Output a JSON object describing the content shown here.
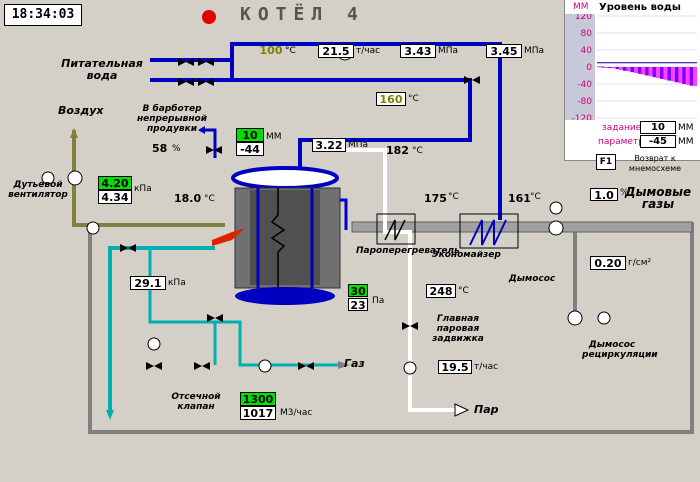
{
  "header": {
    "clock": "18:34:03",
    "title": "КОТЁЛ 4"
  },
  "level_panel": {
    "title": "Уровень воды",
    "unit": "ММ",
    "ticks": [
      "120",
      "80",
      "40",
      "0",
      "-40",
      "-80",
      "-120"
    ],
    "setpoint_label": "задание",
    "setpoint_value": "10",
    "setpoint_unit": "ММ",
    "param_label": "параметр",
    "param_value": "-45",
    "param_unit": "ММ",
    "f1_key": "F1",
    "f1_text": "Возврат к мнемосхеме"
  },
  "labels": {
    "feed_water": "Питательная вода",
    "air": "Воздух",
    "blower": "Дутьевой вентилятор",
    "to_bubbler": "В барботер непрерывной продувки",
    "smoke_gases": "Дымовые газы",
    "superheater": "Пароперегреватель",
    "economizer": "Экономайзер",
    "exhauster": "Дымосос",
    "main_steam_valve": "Главная паровая задвижка",
    "recirc_fan": "Дымосос рециркуляции",
    "gas": "Газ",
    "cutoff_valve": "Отсечной клапан",
    "steam": "Пар"
  },
  "readings": {
    "feed_temp": {
      "value": "100",
      "unit": "°С"
    },
    "feed_flow": {
      "value": "21.5",
      "unit": "т/час"
    },
    "feed_pressure1": {
      "value": "3.43",
      "unit": "МПа"
    },
    "feed_pressure2": {
      "value": "3.45",
      "unit": "МПа"
    },
    "econ_out_temp": {
      "value": "160",
      "unit": "°С"
    },
    "level_set": {
      "value": "10",
      "unit": "ММ"
    },
    "level_actual": {
      "value": "-44"
    },
    "blowdown_pct": {
      "value": "58",
      "unit": "%"
    },
    "drum_pressure": {
      "value": "3.22",
      "unit": "МПа"
    },
    "drum_temp": {
      "value": "182",
      "unit": "°С"
    },
    "air_press_set": {
      "value": "4.20",
      "unit": "кПа"
    },
    "air_press": {
      "value": "4.34"
    },
    "air_temp": {
      "value": "18.0",
      "unit": "°С"
    },
    "sh_temp": {
      "value": "175",
      "unit": "°С"
    },
    "econ_temp": {
      "value": "161",
      "unit": "°С"
    },
    "smoke_pct": {
      "value": "1.0",
      "unit": "%"
    },
    "smoke_conc": {
      "value": "0.20",
      "unit": "г/см²"
    },
    "gas_pressure": {
      "value": "29.1",
      "unit": "кПа"
    },
    "furnace_set": {
      "value": "30"
    },
    "furnace_press": {
      "value": "23",
      "unit": "Па"
    },
    "steam_temp": {
      "value": "248",
      "unit": "°С"
    },
    "steam_flow": {
      "value": "19.5",
      "unit": "т/час"
    },
    "gas_flow_set": {
      "value": "1300"
    },
    "gas_flow": {
      "value": "1017",
      "unit": "М3/час"
    }
  },
  "colors": {
    "background": "#d4d0c8",
    "water_pipe": "#0000c0",
    "gas_pipe": "#00c0c0",
    "air_pipe": "#808040",
    "flue_pipe": "#808080",
    "boiler": "#707070",
    "setpoint_box": "#00e000",
    "alarm": "#e00000"
  },
  "chart_data": {
    "type": "bar",
    "title": "Уровень воды",
    "ylabel": "ММ",
    "ylim": [
      -120,
      120
    ],
    "series": [
      {
        "name": "параметр",
        "values": [
          2,
          1,
          0,
          -1,
          -3,
          -5,
          -7,
          -9,
          -10,
          -12,
          -14,
          -16,
          -18,
          -20,
          -22,
          -24,
          -26,
          -28,
          -30,
          -32,
          -34,
          -36,
          -38,
          -40,
          -42,
          -44,
          -45
        ]
      }
    ],
    "setpoint": 10
  }
}
